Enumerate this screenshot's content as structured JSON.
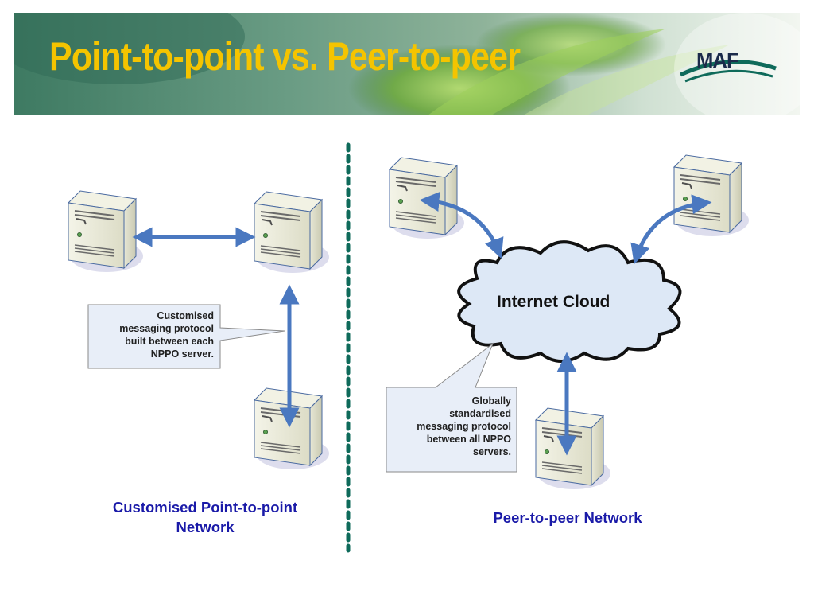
{
  "slide": {
    "title": "Point-to-point vs. Peer-to-peer",
    "logo_text": "MAF"
  },
  "left": {
    "callout": "Customised\nmessaging protocol\nbuilt between each\nNPPO server.",
    "label": "Customised Point-to-point\nNetwork"
  },
  "right": {
    "cloud_label": "Internet Cloud",
    "callout": "Globally\nstandardised\nmessaging protocol\nbetween all NPPO\nservers.",
    "label": "Peer-to-peer Network"
  },
  "colors": {
    "title": "#f5c400",
    "arrow": "#4a78c0",
    "divider": "#0e6a5a",
    "network_label": "#1a1aa8",
    "cloud_fill": "#dde8f6",
    "callout_fill": "#e8eef8"
  }
}
